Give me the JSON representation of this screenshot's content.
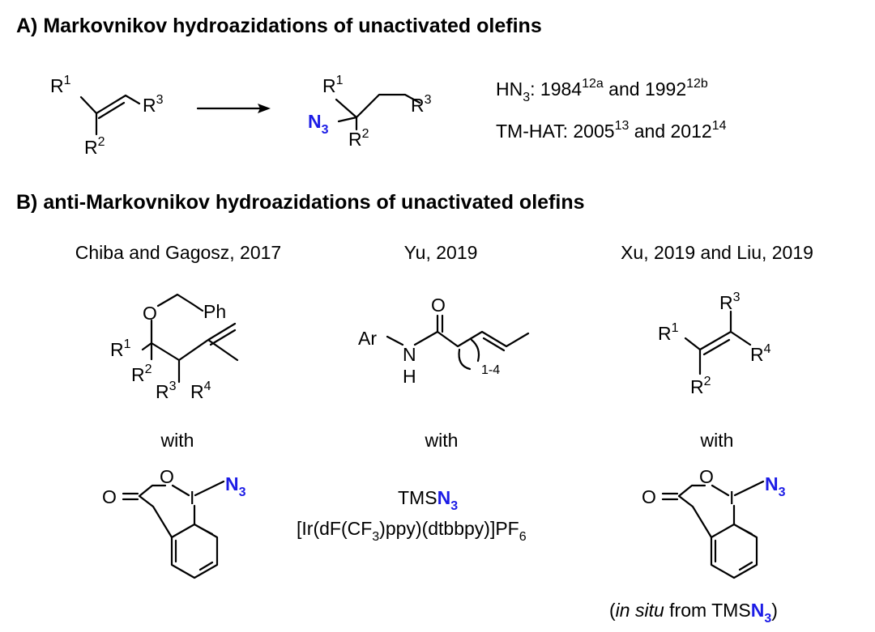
{
  "section_a": {
    "title": "A) Markovnikov hydroazidations of unactivated olefins",
    "r1": "R",
    "r1_sup": "1",
    "r2": "R",
    "r2_sup": "2",
    "r3": "R",
    "r3_sup": "3",
    "n3": "N",
    "n3_sub": "3",
    "refs": {
      "line1": {
        "a": "HN",
        "a_sub": "3",
        "b": ": 1984",
        "b_sup": "12a",
        "c": " and 1992",
        "c_sup": "12b"
      },
      "line2": {
        "a": "TM-HAT:  2005",
        "a_sup": "13",
        "b": " and 2012",
        "b_sup": "14"
      }
    }
  },
  "section_b": {
    "title": "B) anti-Markovnikov hydroazidations of unactivated olefins",
    "col1": {
      "header": "Chiba and Gagosz, 2017",
      "o": "O",
      "ph": "Ph",
      "r1": "R",
      "r1_sup": "1",
      "r2": "R",
      "r2_sup": "2",
      "r3": "R",
      "r3_sup": "3",
      "r4": "R",
      "r4_sup": "4",
      "with": "with",
      "reagent": {
        "o1": "O",
        "o2": "O",
        "i": "I",
        "n": "N",
        "n_sub": "3"
      }
    },
    "col2": {
      "header": "Yu, 2019",
      "o": "O",
      "ar": "Ar",
      "n": "N",
      "h": "H",
      "range": "1-4",
      "with": "with",
      "tms": "TMS",
      "n3": "N",
      "n3_sub": "3",
      "cat": {
        "a": "[Ir(dF(CF",
        "a_sub": "3",
        "b": ")ppy)(dtbbpy)]PF",
        "b_sub": "6"
      }
    },
    "col3": {
      "header": "Xu, 2019 and Liu, 2019",
      "r1": "R",
      "r1_sup": "1",
      "r2": "R",
      "r2_sup": "2",
      "r3": "R",
      "r3_sup": "3",
      "r4": "R",
      "r4_sup": "4",
      "with": "with",
      "reagent": {
        "o1": "O",
        "o2": "O",
        "i": "I",
        "n": "N",
        "n_sub": "3"
      },
      "note": {
        "open": "(",
        "insitu": "in situ",
        "from": " from TMS",
        "n": "N",
        "n_sub": "3",
        "close": ")"
      }
    }
  },
  "colors": {
    "azide": "#1c1ce6",
    "text": "#000000"
  }
}
